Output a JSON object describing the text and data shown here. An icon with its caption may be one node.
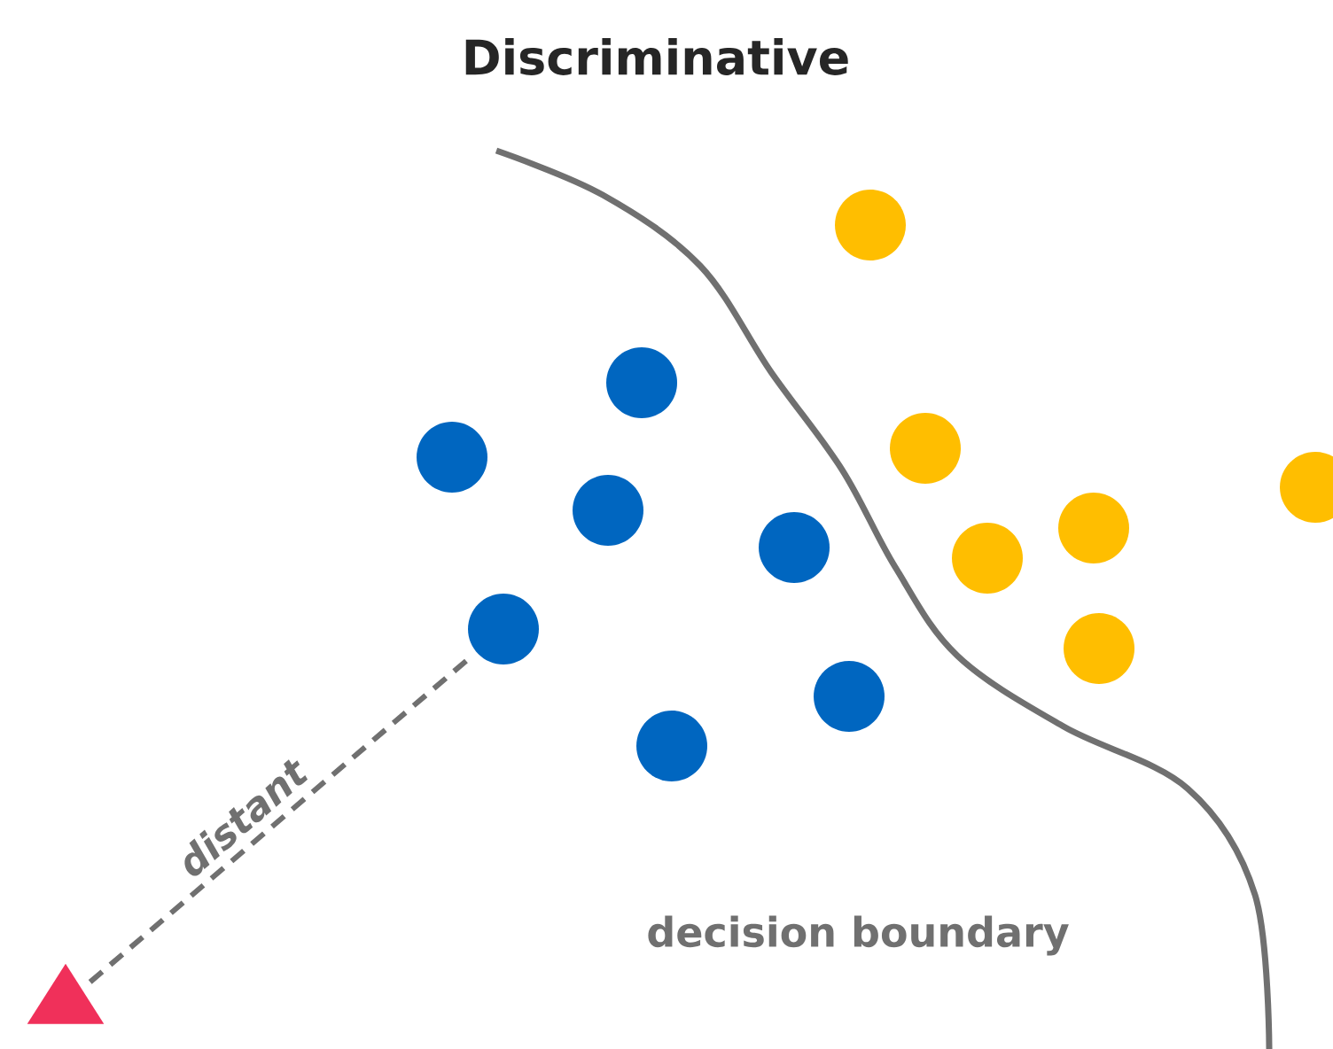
{
  "diagram": {
    "title": "Discriminative",
    "nodes": [
      {
        "text": [],
        "shape": "circle"
      },
      {
        "text": [],
        "shape": "circle"
      },
      {
        "text": [],
        "shape": "circle"
      },
      {
        "text": [],
        "shape": "circle"
      },
      {
        "text": [],
        "shape": "circle"
      },
      {
        "text": [],
        "shape": "circle"
      },
      {
        "text": [],
        "shape": "circle"
      },
      {
        "text": [],
        "shape": "circle"
      },
      {
        "text": [],
        "shape": "circle"
      },
      {
        "text": [],
        "shape": "circle"
      },
      {
        "text": [],
        "shape": "circle"
      },
      {
        "text": [],
        "shape": "circle"
      },
      {
        "text": [],
        "shape": "circle"
      },
      {
        "text": [],
        "shape": "triangle"
      }
    ],
    "edges": [
      {
        "from": 13,
        "to": 9,
        "arrow": "none",
        "style": "dashed",
        "label": "distant"
      }
    ],
    "labels": [
      "decision boundary"
    ]
  }
}
